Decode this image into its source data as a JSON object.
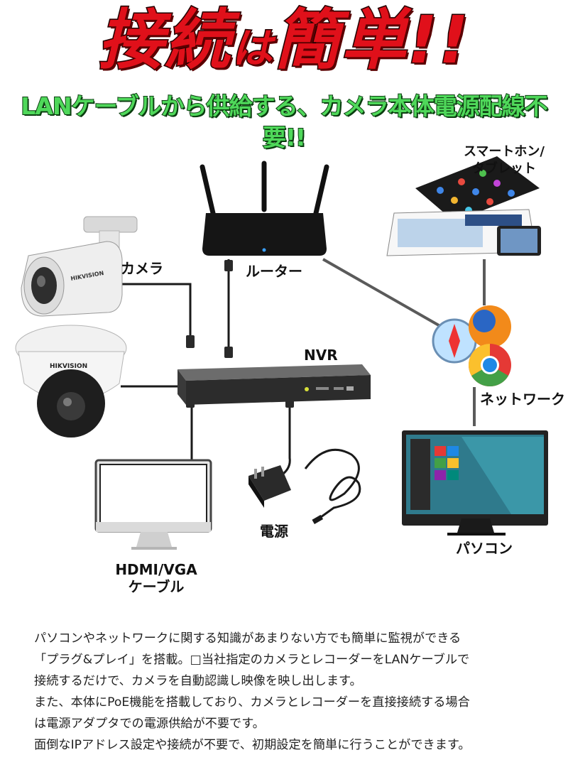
{
  "headline": {
    "main_part1": "接続",
    "main_small": "は",
    "main_part2": "簡単!!"
  },
  "subhead": "LANケーブルから供給する、カメラ本体電源配線不要!!",
  "labels": {
    "camera": "カメラ",
    "router": "ルーター",
    "nvr": "NVR",
    "smartphone_line1": "スマートホン/",
    "smartphone_line2": "タブレット",
    "network": "ネットワーク",
    "hdmi_line1": "HDMI/VGA",
    "hdmi_line2": "ケーブル",
    "power": "電源",
    "pc": "パソコン",
    "brand": "HIKVISION"
  },
  "body": {
    "lines": [
      "パソコンやネットワークに関する知識があまりない方でも簡単に監視ができる",
      "「プラグ&プレイ」を搭載。□当社指定のカメラとレコーダーをLANケーブルで",
      "接続するだけで、カメラを自動認識し映像を映し出します。",
      "また、本体にPoE機能を搭載しており、カメラとレコーダーを直接接続する場合",
      "は電源アダプタでの電源供給が不要です。",
      "面倒なIPアドレス設定や接続が不要で、初期設定を簡単に行うことができます。"
    ]
  },
  "colors": {
    "headline": "#e0101a",
    "subhead": "#4fd85a",
    "cable": "#1a1a1a",
    "line": "#555555"
  }
}
